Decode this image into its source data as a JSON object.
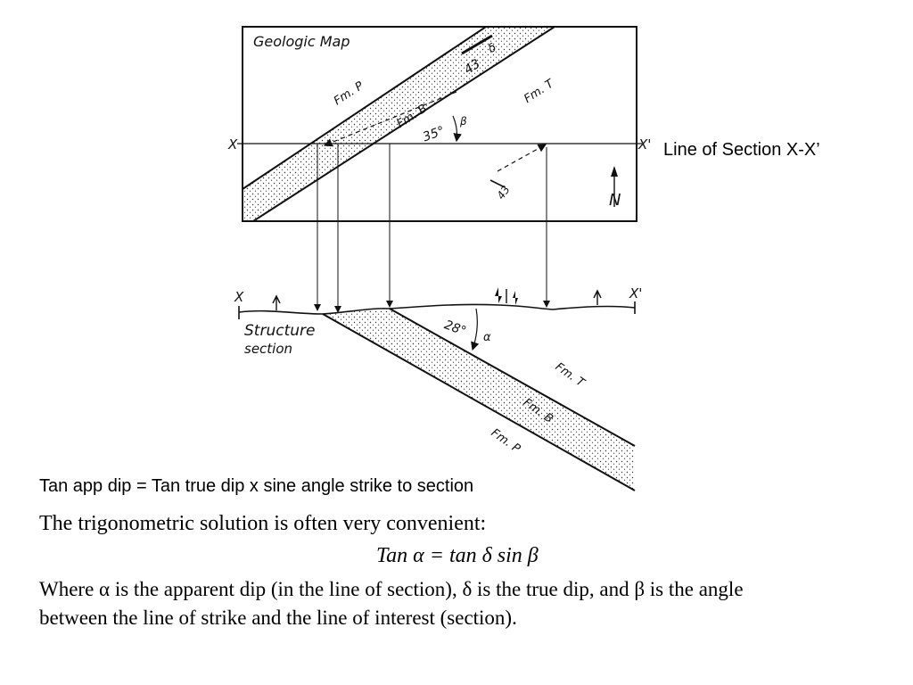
{
  "map": {
    "title": "Geologic Map",
    "fm_p": "Fm. P",
    "fm_b": "Fm. B",
    "fm_t": "Fm. T",
    "strike_angle": "35°",
    "beta_symbol": "β",
    "dip_top": "43",
    "delta_symbol": "δ",
    "dip_lower": "43",
    "x_left": "X",
    "x_right": "X'",
    "north": "N"
  },
  "line_of_section_label": "Line of Section X-X’",
  "section": {
    "x_left": "X",
    "x_right": "X'",
    "label_line1": "Structure",
    "label_line2": "section",
    "dip_angle": "28°",
    "alpha_symbol": "α",
    "fm_t": "Fm. T",
    "fm_b": "Fm. B",
    "fm_p": "Fm. P"
  },
  "formula_caption": "Tan app dip = Tan true dip x sine angle strike to section",
  "text": {
    "intro": "The trigonometric solution is often very convenient:",
    "equation": "Tan α = tan δ sin β",
    "where_line1": "Where α is the apparent dip (in the line of section), δ is the true dip, and β is the angle",
    "where_line2": "between the line of strike and the line of interest (section)."
  }
}
